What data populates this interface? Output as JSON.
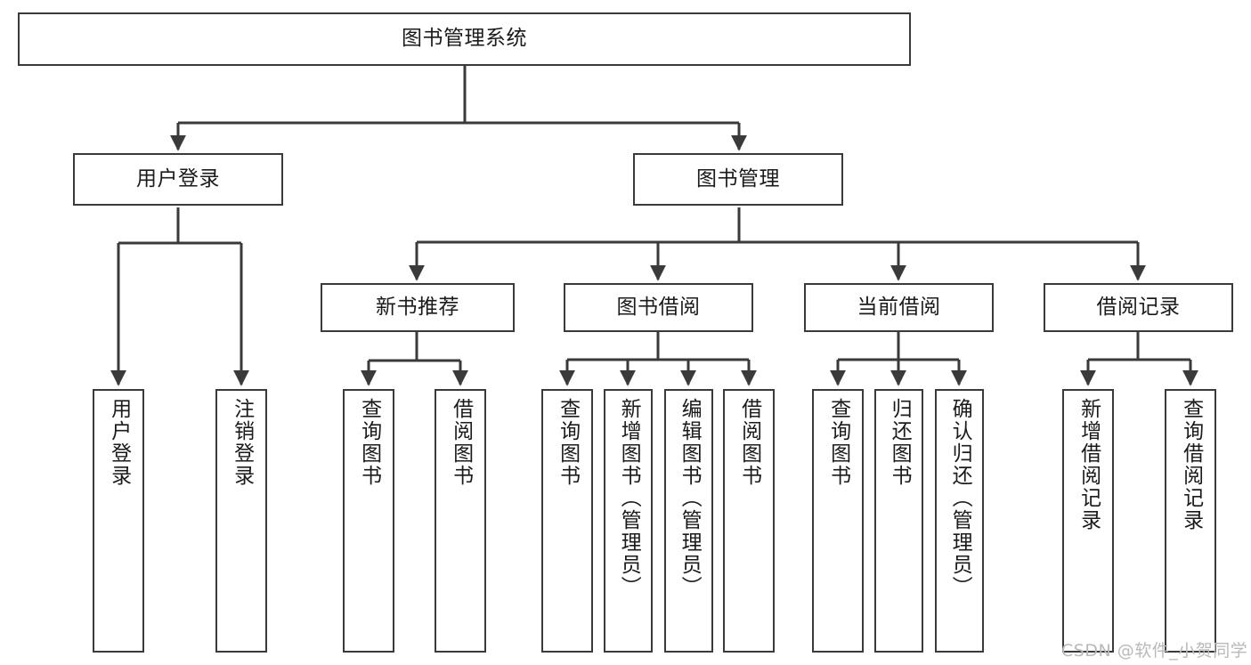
{
  "diagram": {
    "title": "图书管理系统",
    "type": "functional-structure-tree",
    "orientation": "top-down",
    "root": {
      "id": "root",
      "label": "图书管理系统",
      "text_orientation": "horizontal"
    },
    "level2": [
      {
        "id": "user-login",
        "label": "用户登录",
        "text_orientation": "horizontal"
      },
      {
        "id": "book-manage",
        "label": "图书管理",
        "text_orientation": "horizontal"
      }
    ],
    "level3": [
      {
        "id": "new-book-recommend",
        "label": "新书推荐",
        "parent": "book-manage",
        "text_orientation": "horizontal"
      },
      {
        "id": "book-borrow",
        "label": "图书借阅",
        "parent": "book-manage",
        "text_orientation": "horizontal"
      },
      {
        "id": "current-borrow",
        "label": "当前借阅",
        "parent": "book-manage",
        "text_orientation": "horizontal"
      },
      {
        "id": "borrow-record",
        "label": "借阅记录",
        "parent": "book-manage",
        "text_orientation": "horizontal"
      }
    ],
    "leaves": [
      {
        "id": "leaf-user-login",
        "label": "用户登录",
        "parent": "user-login",
        "text_orientation": "vertical"
      },
      {
        "id": "leaf-logout",
        "label": "注销登录",
        "parent": "user-login",
        "text_orientation": "vertical"
      },
      {
        "id": "leaf-query-book-1",
        "label": "查询图书",
        "parent": "new-book-recommend",
        "text_orientation": "vertical"
      },
      {
        "id": "leaf-borrow-book-1",
        "label": "借阅图书",
        "parent": "new-book-recommend",
        "text_orientation": "vertical"
      },
      {
        "id": "leaf-query-book-2",
        "label": "查询图书",
        "parent": "book-borrow",
        "text_orientation": "vertical"
      },
      {
        "id": "leaf-add-book",
        "label": "新增图书（管理员）",
        "parent": "book-borrow",
        "text_orientation": "vertical"
      },
      {
        "id": "leaf-edit-book",
        "label": "编辑图书（管理员）",
        "parent": "book-borrow",
        "text_orientation": "vertical"
      },
      {
        "id": "leaf-borrow-book-2",
        "label": "借阅图书",
        "parent": "book-borrow",
        "text_orientation": "vertical"
      },
      {
        "id": "leaf-query-book-3",
        "label": "查询图书",
        "parent": "current-borrow",
        "text_orientation": "vertical"
      },
      {
        "id": "leaf-return-book",
        "label": "归还图书",
        "parent": "current-borrow",
        "text_orientation": "vertical"
      },
      {
        "id": "leaf-confirm-return",
        "label": "确认归还（管理员）",
        "parent": "current-borrow",
        "text_orientation": "vertical"
      },
      {
        "id": "leaf-add-record",
        "label": "新增借阅记录",
        "parent": "borrow-record",
        "text_orientation": "vertical"
      },
      {
        "id": "leaf-query-record",
        "label": "查询借阅记录",
        "parent": "borrow-record",
        "text_orientation": "vertical"
      }
    ],
    "colors": {
      "background": "#ffffff",
      "box_border": "#3a3a3a",
      "box_fill": "#ffffff",
      "text": "#1b1b1b",
      "connector": "#3a3a3a",
      "watermark": "#b9b9b9"
    }
  },
  "watermark": {
    "text": "CSDN @软件_小贺同学"
  }
}
